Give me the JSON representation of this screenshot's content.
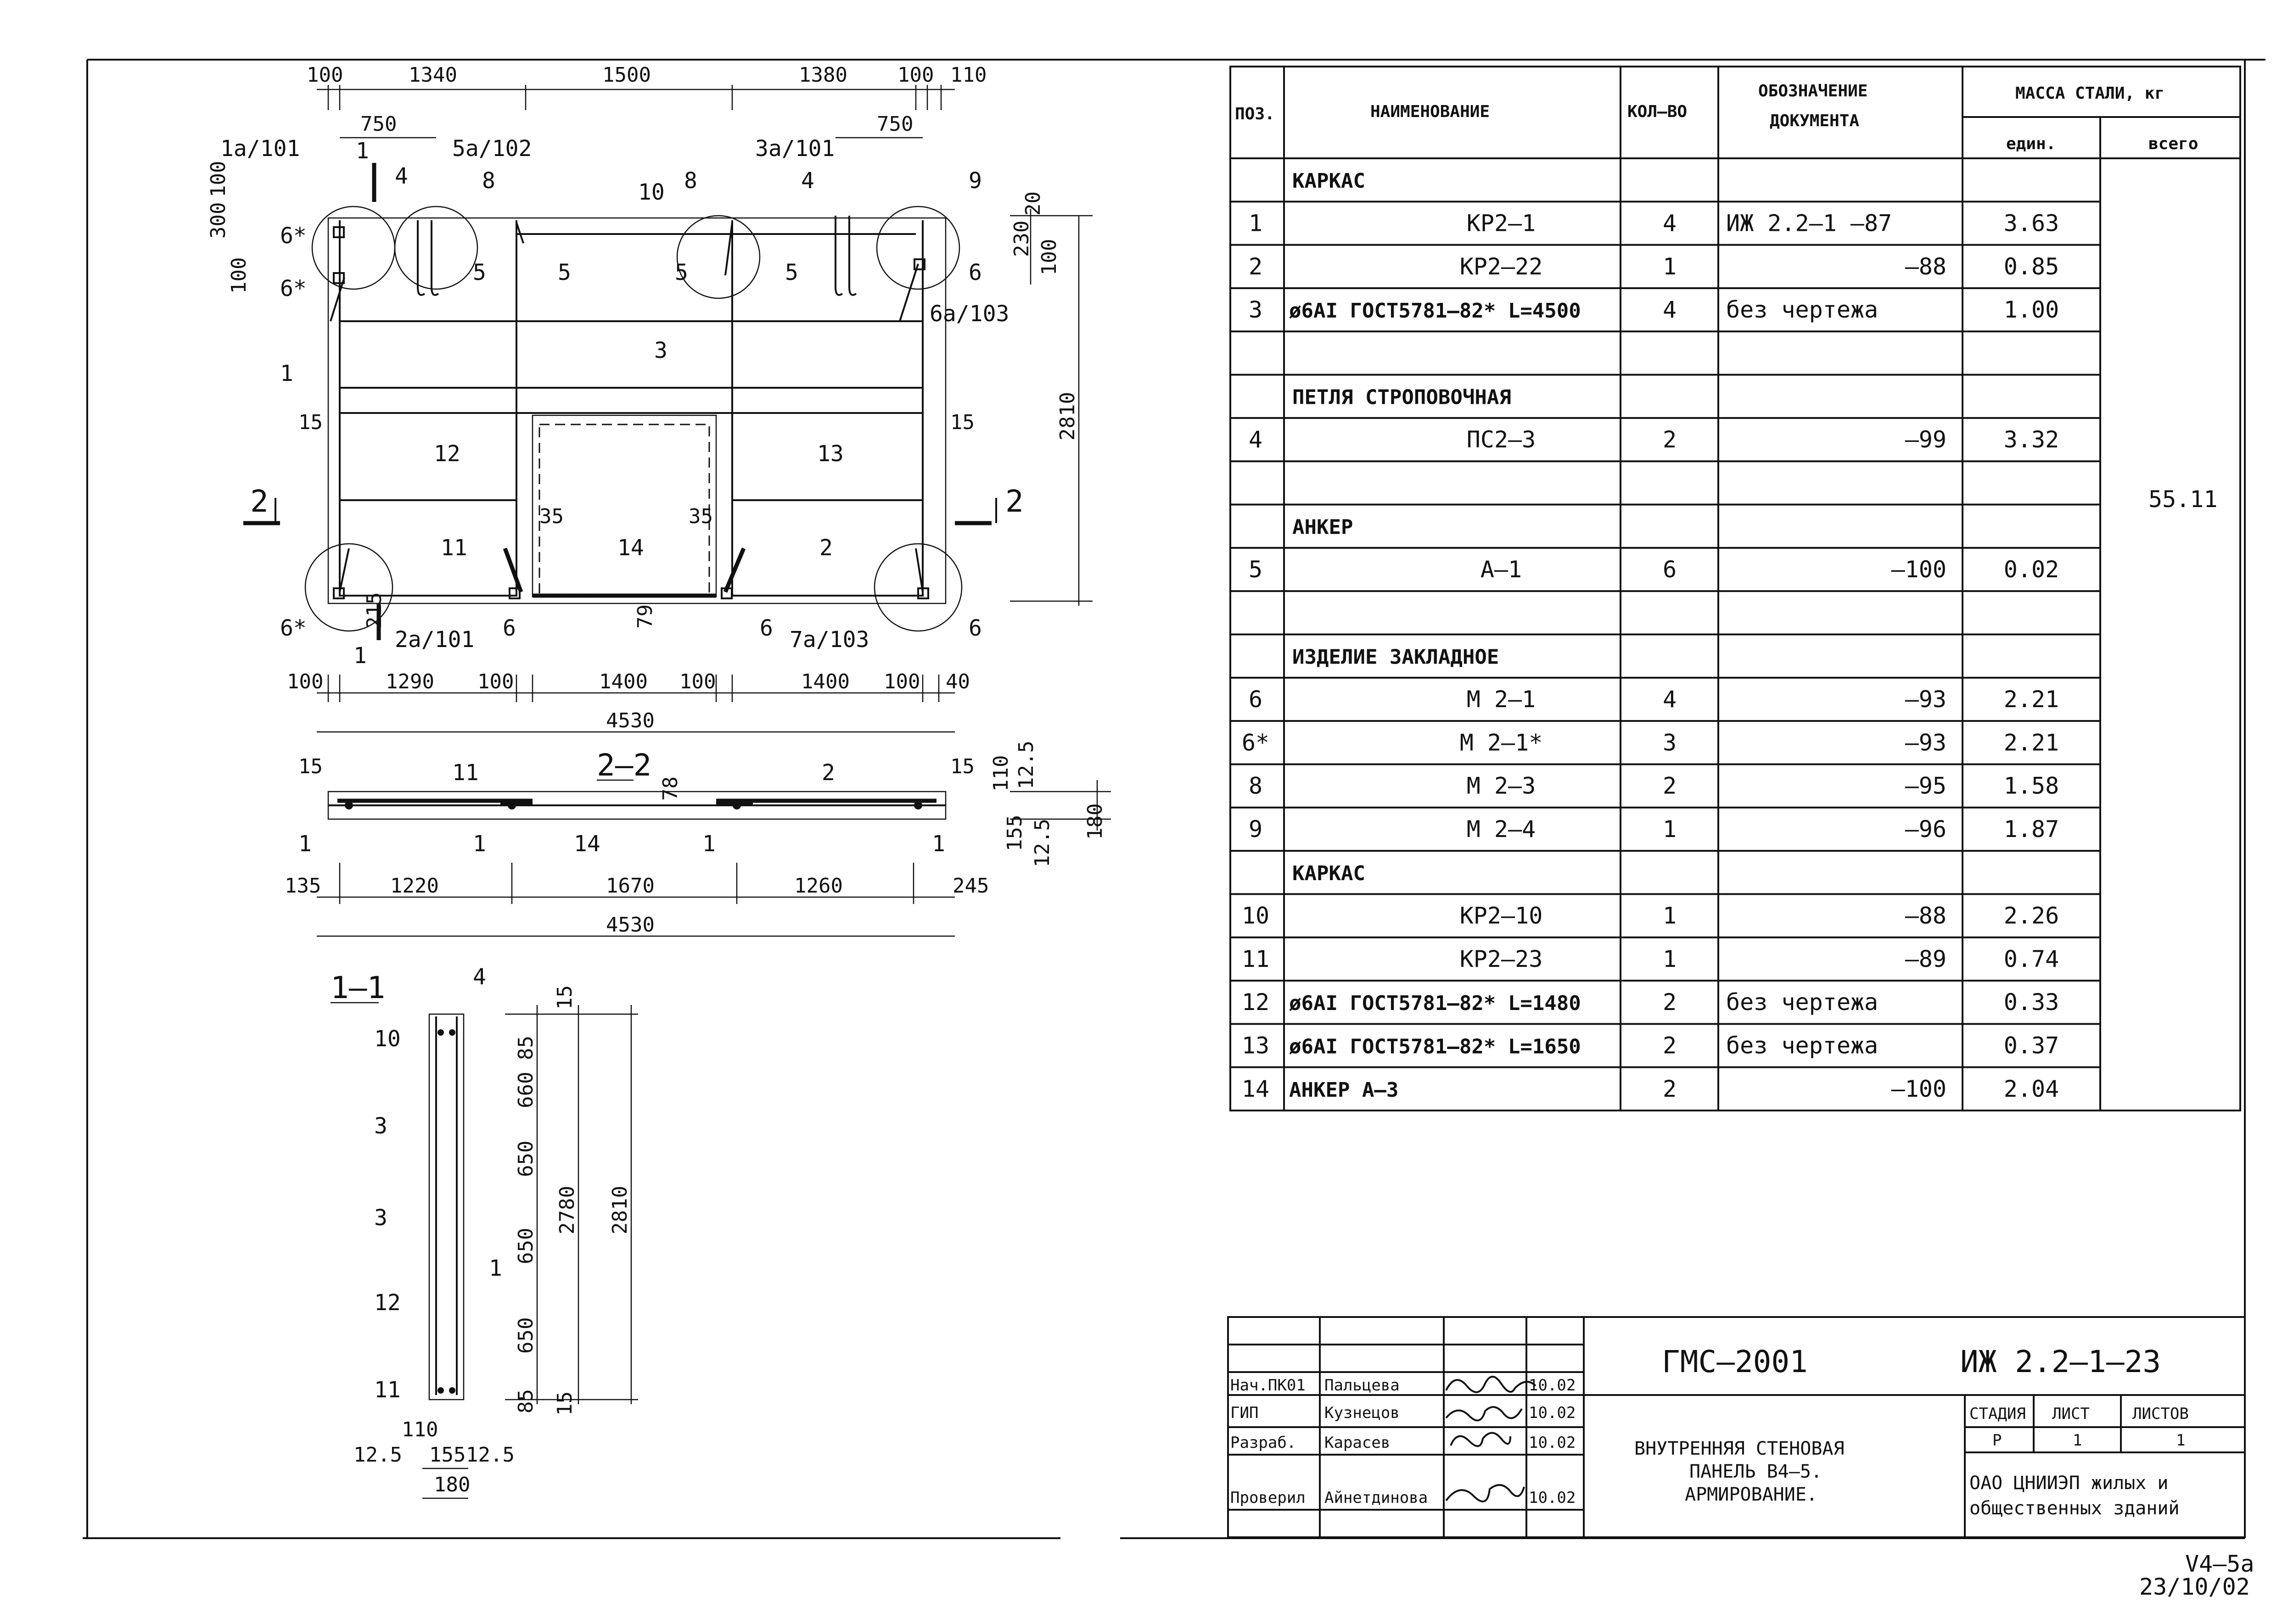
{
  "drawing": {
    "elevation": {
      "top_dims_upper": [
        "100",
        "1340",
        "1500",
        "1380",
        "100",
        "110"
      ],
      "top_dims_lower": [
        "750",
        "750"
      ],
      "callouts": [
        "1а/101",
        "5а/102",
        "3а/101",
        "6а/103",
        "2а/101",
        "7а/103"
      ],
      "pos_labels": {
        "p1a": "1",
        "p4a": "4",
        "p8a": "8",
        "p10": "10",
        "p8b": "8",
        "p4b": "4",
        "p9": "9",
        "p6s1": "6*",
        "p6s2": "6*",
        "p5a": "5",
        "p5b": "5",
        "p5c": "5",
        "p5d": "5",
        "p6a": "6",
        "p1b": "1",
        "p3": "3",
        "p12": "12",
        "p13": "13",
        "p11": "11",
        "p14": "14",
        "p2": "2",
        "p6s3": "6*",
        "p6b": "6",
        "p6c": "6",
        "p6d": "6",
        "p1c": "1",
        "p15l": "15",
        "p15r": "15",
        "p35l": "35",
        "p35r": "35",
        "p79": "79",
        "p215": "215"
      },
      "left_side_dims": [
        "300",
        "100",
        "100"
      ],
      "right_side_dims": [
        "20",
        "230",
        "100"
      ],
      "height_dim": "2810",
      "section_mark_left": "2",
      "section_mark_right": "2",
      "bottom_dims": [
        "100",
        "1290",
        "100",
        "1400",
        "100",
        "1400",
        "100",
        "40"
      ],
      "overall": "4530"
    },
    "section22": {
      "title": "2–2",
      "labels": {
        "p15l": "15",
        "p15r": "15",
        "p11": "11",
        "p2": "2",
        "p78": "78",
        "p14": "14",
        "p1a": "1",
        "p1b": "1",
        "p1c": "1",
        "p1d": "1"
      },
      "right_dims": [
        "110",
        "12.5",
        "155",
        "12.5",
        "180"
      ],
      "bottom_dims": [
        "135",
        "1220",
        "1670",
        "1260",
        "245"
      ],
      "overall": "4530"
    },
    "section11": {
      "title": "1–1",
      "labels": {
        "p4": "4",
        "p10": "10",
        "p3a": "3",
        "p3b": "3",
        "p12": "12",
        "p11": "11",
        "p1": "1"
      },
      "right_dims": [
        "15",
        "85",
        "660",
        "650",
        "650",
        "650",
        "85",
        "15"
      ],
      "inner_total": "2780",
      "outer_total": "2810",
      "bottom_dims": [
        "110",
        "12.5",
        "155",
        "12.5",
        "180"
      ]
    }
  },
  "spec_table": {
    "headers": {
      "pos": "ПОЗ.",
      "name": "НАИМЕНОВАНИЕ",
      "qty": "КОЛ–ВО",
      "doc": "ОБОЗНАЧЕНИЕ ДОКУМЕНТА",
      "mass": "МАССА СТАЛИ, кг",
      "unit": "един.",
      "total": "всего"
    },
    "total_mass": "55.11",
    "rows": [
      {
        "pos": "",
        "name": "КАРКАС",
        "qty": "",
        "doc": "",
        "unit": "",
        "section": true
      },
      {
        "pos": "1",
        "name": "КР2–1",
        "qty": "4",
        "doc": "ИЖ 2.2–1 –87",
        "unit": "3.63"
      },
      {
        "pos": "2",
        "name": "КР2–22",
        "qty": "1",
        "doc": "–88",
        "unit": "0.85"
      },
      {
        "pos": "3",
        "name": "ø6AI ГОСТ5781–82* L=4500",
        "qty": "4",
        "doc": "без чертежа",
        "unit": "1.00"
      },
      {
        "pos": "",
        "name": "",
        "qty": "",
        "doc": "",
        "unit": ""
      },
      {
        "pos": "",
        "name": "ПЕТЛЯ СТРОПОВОЧНАЯ",
        "qty": "",
        "doc": "",
        "unit": "",
        "section": true
      },
      {
        "pos": "4",
        "name": "ПС2–3",
        "qty": "2",
        "doc": "–99",
        "unit": "3.32"
      },
      {
        "pos": "",
        "name": "",
        "qty": "",
        "doc": "",
        "unit": ""
      },
      {
        "pos": "",
        "name": "АНКЕР",
        "qty": "",
        "doc": "",
        "unit": "",
        "section": true
      },
      {
        "pos": "5",
        "name": "А–1",
        "qty": "6",
        "doc": "–100",
        "unit": "0.02"
      },
      {
        "pos": "",
        "name": "",
        "qty": "",
        "doc": "",
        "unit": ""
      },
      {
        "pos": "",
        "name": "ИЗДЕЛИЕ ЗАКЛАДНОЕ",
        "qty": "",
        "doc": "",
        "unit": "",
        "section": true
      },
      {
        "pos": "6",
        "name": "М 2–1",
        "qty": "4",
        "doc": "–93",
        "unit": "2.21"
      },
      {
        "pos": "6*",
        "name": "М 2–1*",
        "qty": "3",
        "doc": "–93",
        "unit": "2.21"
      },
      {
        "pos": "8",
        "name": "М 2–3",
        "qty": "2",
        "doc": "–95",
        "unit": "1.58"
      },
      {
        "pos": "9",
        "name": "М 2–4",
        "qty": "1",
        "doc": "–96",
        "unit": "1.87"
      },
      {
        "pos": "",
        "name": "КАРКАС",
        "qty": "",
        "doc": "",
        "unit": "",
        "section": true
      },
      {
        "pos": "10",
        "name": "КР2–10",
        "qty": "1",
        "doc": "–88",
        "unit": "2.26"
      },
      {
        "pos": "11",
        "name": "КР2–23",
        "qty": "1",
        "doc": "–89",
        "unit": "0.74"
      },
      {
        "pos": "12",
        "name": "ø6AI ГОСТ5781–82* L=1480",
        "qty": "2",
        "doc": "без чертежа",
        "unit": "0.33"
      },
      {
        "pos": "13",
        "name": "ø6AI ГОСТ5781–82* L=1650",
        "qty": "2",
        "doc": "без чертежа",
        "unit": "0.37"
      },
      {
        "pos": "14",
        "name": "АНКЕР          А–3",
        "qty": "2",
        "doc": "–100",
        "unit": "2.04"
      }
    ]
  },
  "title_block": {
    "project": "ГМС–2001",
    "code": "ИЖ 2.2–1–23",
    "title_lines": [
      "ВНУТРЕННЯЯ СТЕНОВАЯ",
      "ПАНЕЛЬ В4–5.",
      "АРМИРОВАНИЕ."
    ],
    "stage_header": "СТАДИЯ",
    "sheet_header": "ЛИСТ",
    "sheets_header": "ЛИСТОВ",
    "stage": "Р",
    "sheet": "1",
    "sheets": "1",
    "org_lines": [
      "ОАО ЦНИИЭП жилых и",
      "общественных зданий"
    ],
    "signers": [
      {
        "role": "Нач.ПК01",
        "name": "Пальцева",
        "date": "10.02"
      },
      {
        "role": "ГИП",
        "name": "Кузнецов",
        "date": "10.02"
      },
      {
        "role": "Разраб.",
        "name": "Карасев",
        "date": "10.02"
      },
      {
        "role": "Проверил",
        "name": "Айнетдинова",
        "date": "10.02"
      }
    ]
  },
  "footer": {
    "version": "V4–5а",
    "date": "23/10/02"
  }
}
